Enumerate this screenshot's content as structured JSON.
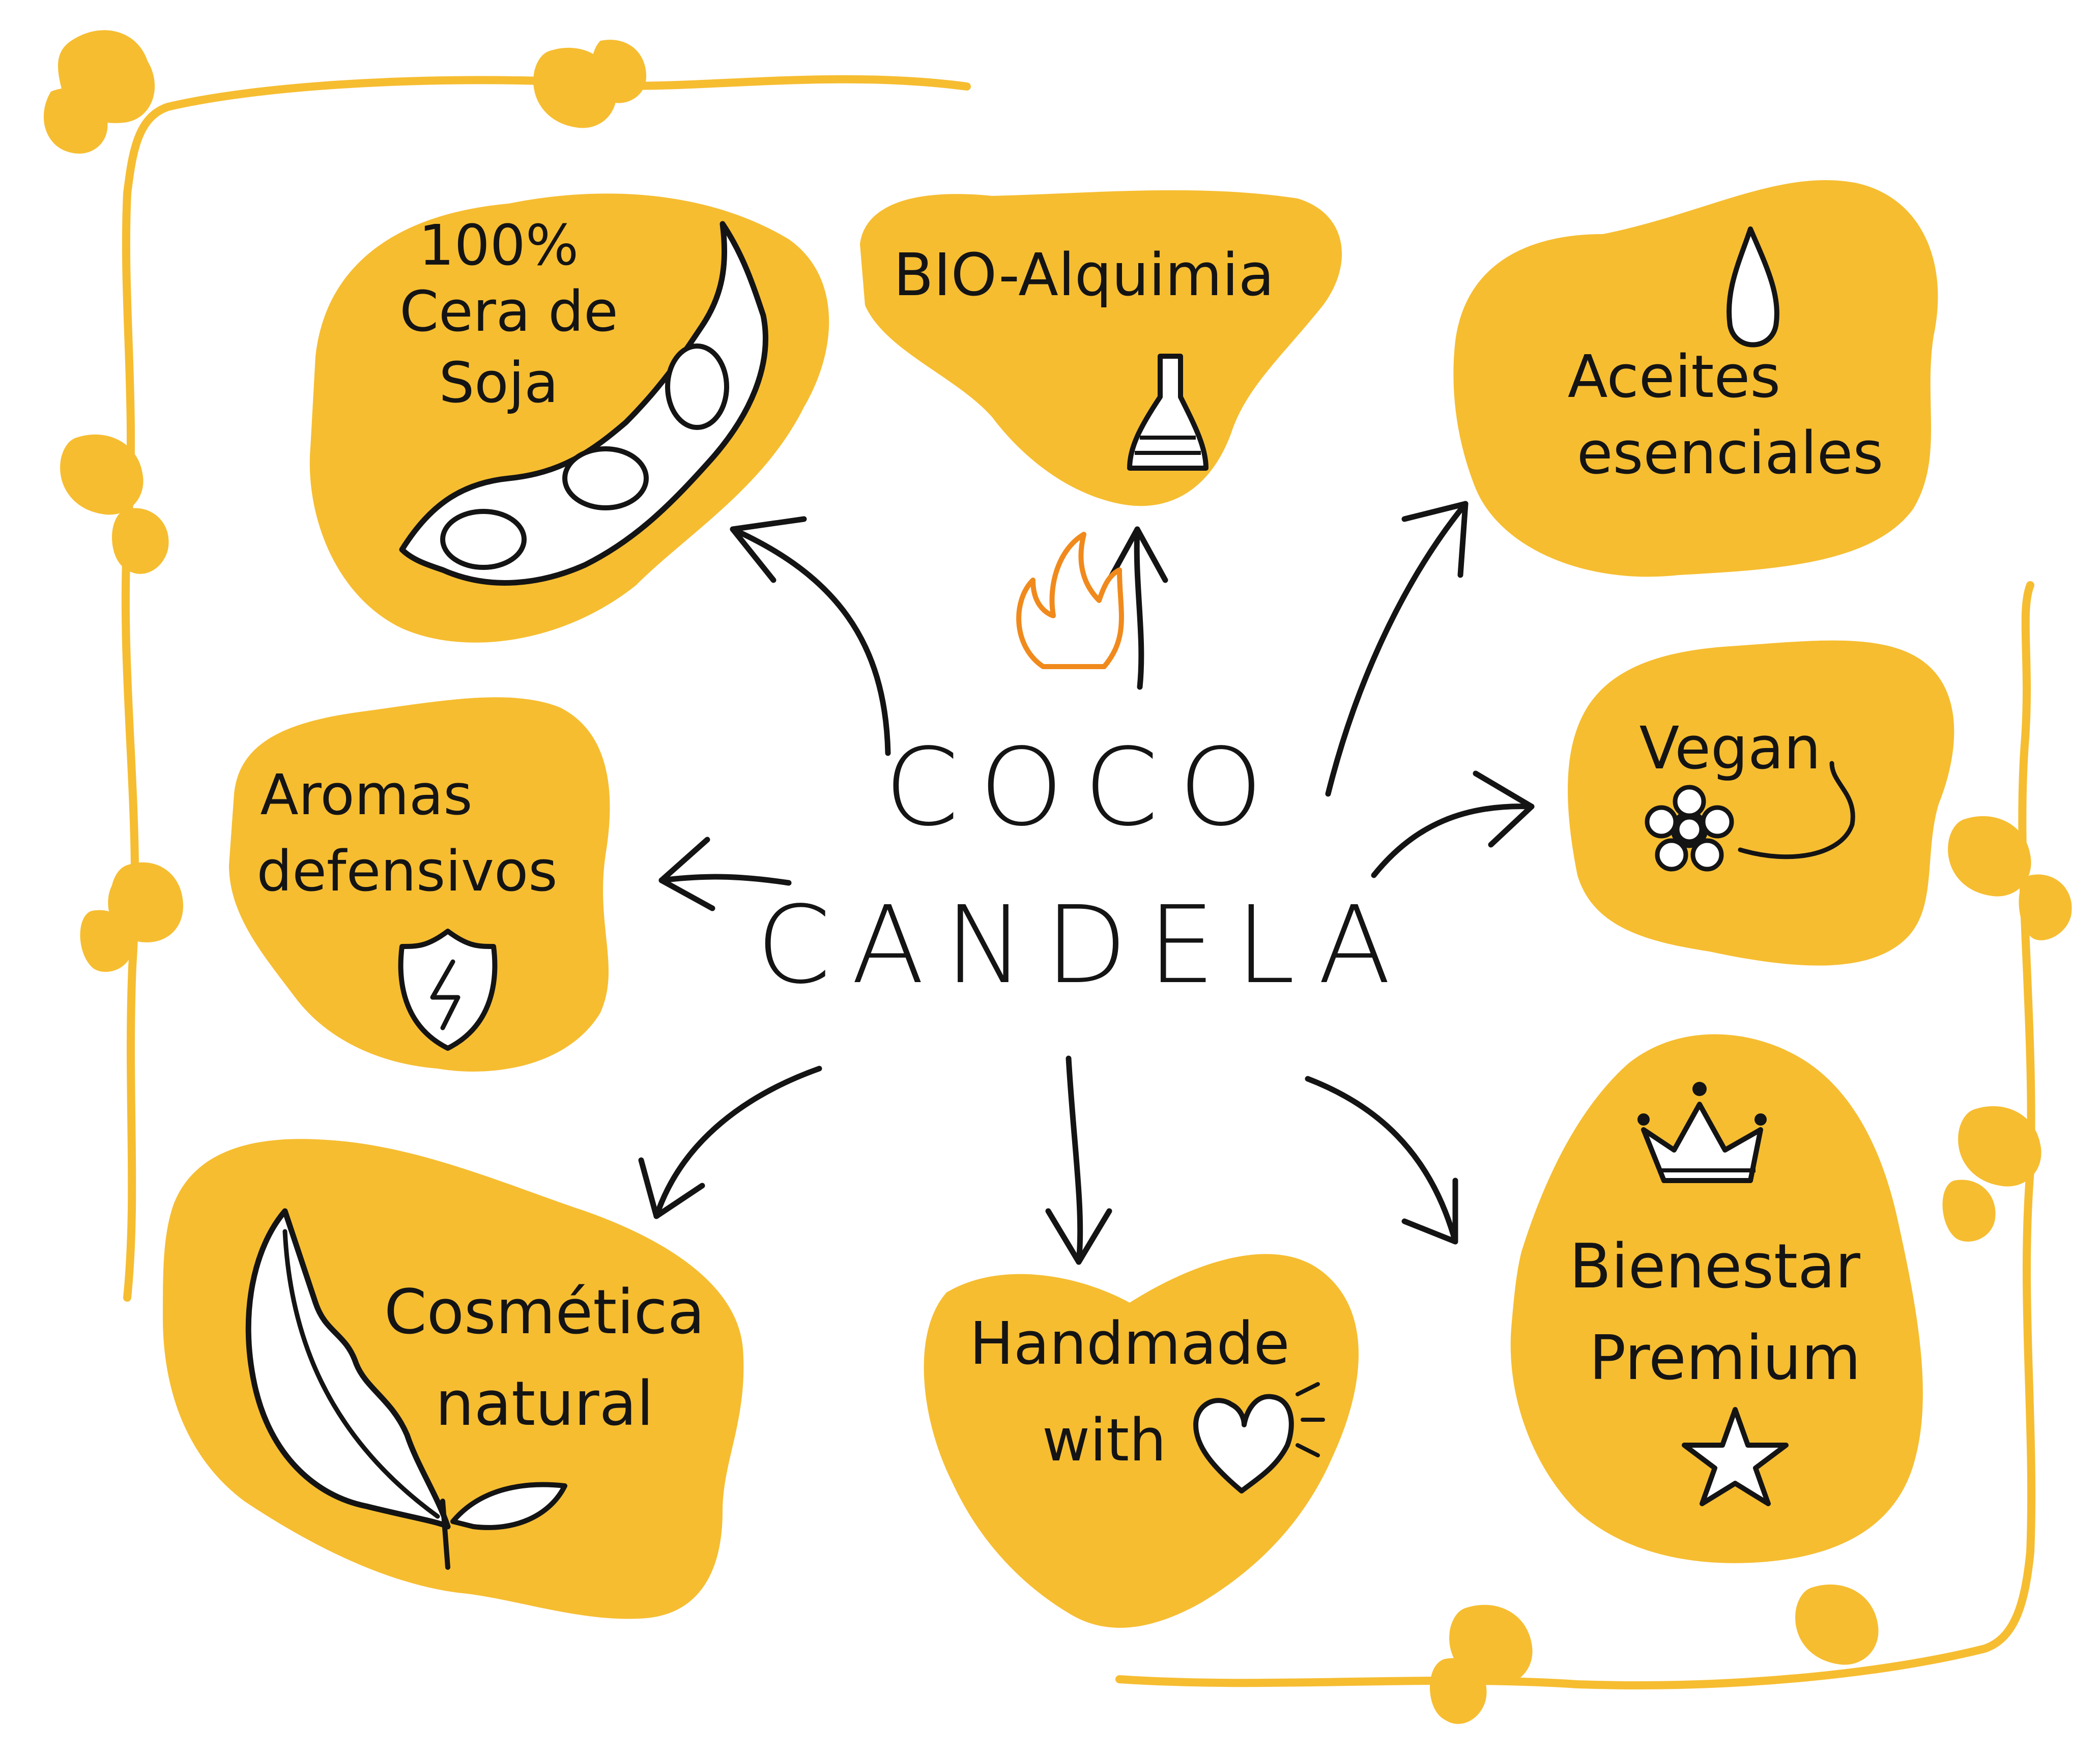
{
  "colors": {
    "accent": "#F6BD31",
    "ink": "#141414",
    "flame": "#F08A1C",
    "background": "#FFFFFF"
  },
  "center": {
    "line1": "COCO",
    "line2": "CANDELA",
    "icon": "flame-icon"
  },
  "nodes": {
    "soja": {
      "lines": [
        "100%",
        "Cera de",
        "Soja"
      ],
      "icon": "soybean-pod-icon"
    },
    "bio": {
      "lines": [
        "BIO-Alquimia"
      ],
      "icon": "flask-icon"
    },
    "aceites": {
      "lines": [
        "Aceites",
        "esenciales"
      ],
      "icon": "drop-icon"
    },
    "aromas": {
      "lines": [
        "Aromas",
        "defensivos"
      ],
      "icon": "shield-bolt-icon"
    },
    "vegan": {
      "lines": [
        "Vegan"
      ],
      "icon": "flower-icon"
    },
    "cosmetica": {
      "lines": [
        "Cosmética",
        "natural"
      ],
      "icon": "leaf-icon"
    },
    "handmade": {
      "lines": [
        "Handmade",
        "with"
      ],
      "icon": "heart-icon"
    },
    "bienestar": {
      "lines": [
        "Bienestar",
        "Premium"
      ],
      "icon": "crown-icon"
    }
  }
}
